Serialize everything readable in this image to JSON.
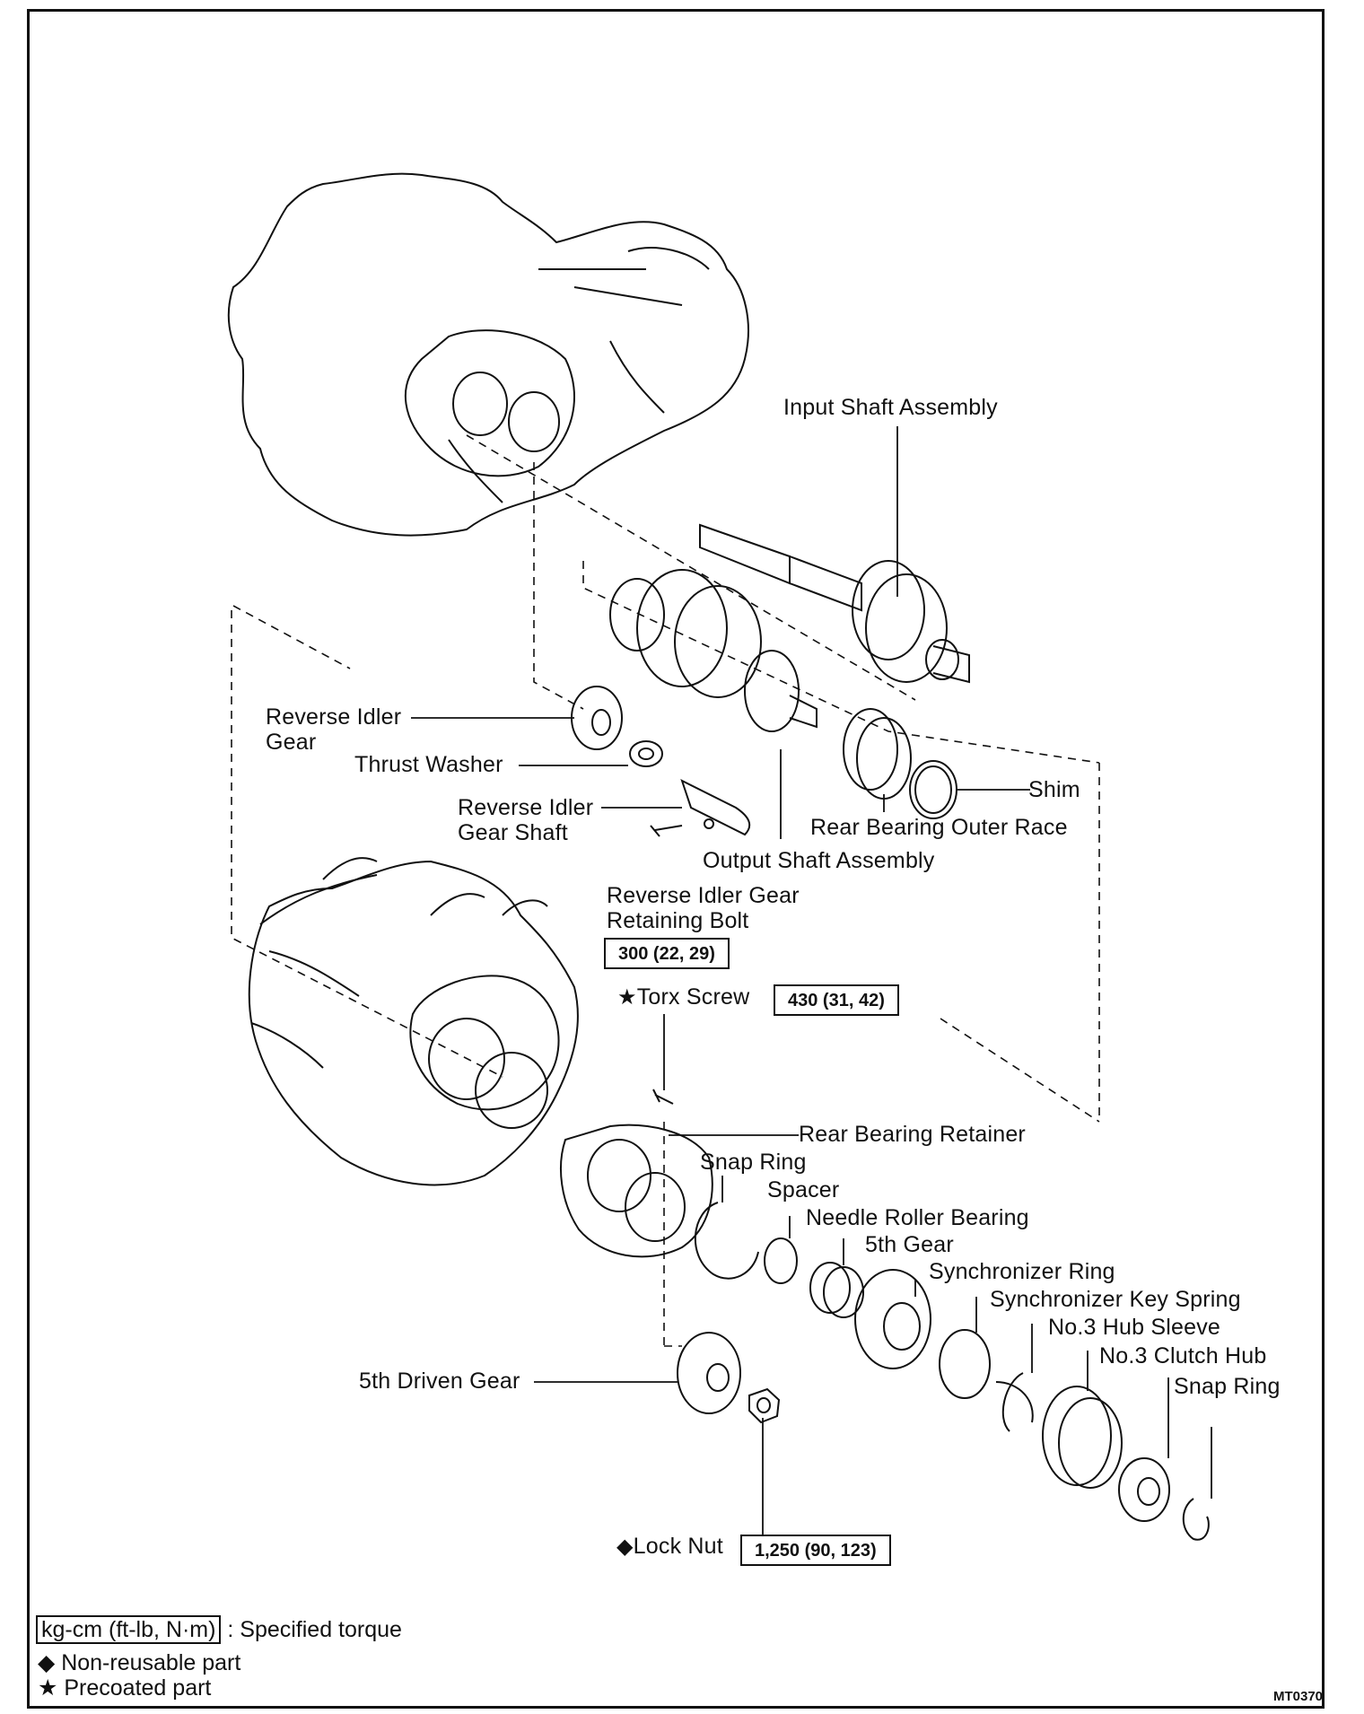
{
  "labels": {
    "input_shaft_assembly": "Input Shaft Assembly",
    "reverse_idler_gear_1": "Reverse Idler",
    "reverse_idler_gear_2": "Gear",
    "thrust_washer": "Thrust Washer",
    "reverse_idler_gear_shaft_1": "Reverse Idler",
    "reverse_idler_gear_shaft_2": "Gear Shaft",
    "shim": "Shim",
    "rear_bearing_outer_race": "Rear Bearing Outer Race",
    "output_shaft_assembly": "Output Shaft Assembly",
    "retaining_bolt_1": "Reverse Idler Gear",
    "retaining_bolt_2": "Retaining Bolt",
    "torx_screw": "Torx Screw",
    "rear_bearing_retainer": "Rear Bearing Retainer",
    "snap_ring_1": "Snap Ring",
    "spacer": "Spacer",
    "needle_roller_bearing": "Needle Roller Bearing",
    "fifth_gear": "5th Gear",
    "synchronizer_ring": "Synchronizer Ring",
    "synchronizer_key_spring": "Synchronizer Key Spring",
    "no3_hub_sleeve": "No.3 Hub Sleeve",
    "no3_clutch_hub": "No.3 Clutch Hub",
    "snap_ring_2": "Snap Ring",
    "fifth_driven_gear": "5th Driven Gear",
    "lock_nut": "Lock Nut"
  },
  "torques": {
    "retaining_bolt": "300 (22, 29)",
    "torx_screw": "430 (31, 42)",
    "lock_nut": "1,250 (90, 123)"
  },
  "symbols": {
    "precoated": "★",
    "non_reusable": "◆"
  },
  "legend": {
    "torque_unit": "kg-cm (ft-lb, N·m)",
    "torque_desc": ": Specified torque",
    "non_reusable_desc": "Non-reusable part",
    "precoated_desc": "Precoated part"
  },
  "figure_code": "MT0370"
}
